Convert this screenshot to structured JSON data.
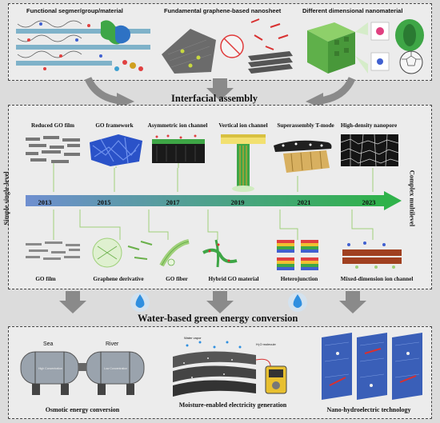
{
  "top": {
    "items": [
      {
        "label": "Functional segmer/group/material"
      },
      {
        "label": "Fundamental graphene-based nanosheet"
      },
      {
        "label": "Different dimensional nanomaterial"
      }
    ]
  },
  "middle": {
    "title": "Interfacial assembly",
    "left_label": "Simple single-level",
    "right_label": "Complex multilevel",
    "upper_items": [
      {
        "label": "Reduced GO film"
      },
      {
        "label": "GO framework"
      },
      {
        "label": "Asymmetric ion channel"
      },
      {
        "label": "Vertical ion channel"
      },
      {
        "label": "Superassembly T-mode"
      },
      {
        "label": "High-density nanopore"
      }
    ],
    "years": [
      "2013",
      "2015",
      "2017",
      "2019",
      "2021",
      "2023"
    ],
    "lower_items": [
      {
        "label": "GO film"
      },
      {
        "label": "Graphene derivative"
      },
      {
        "label": "GO fiber"
      },
      {
        "label": "Hybrid GO material"
      },
      {
        "label": "Heterojunction"
      },
      {
        "label": "Mixed-dimension ion channel"
      }
    ]
  },
  "bottom": {
    "title": "Water-based green energy conversion",
    "tank_labels": {
      "sea": "Sea",
      "river": "River",
      "high": "High Concentration",
      "low": "Low Concentration"
    },
    "moisture_labels": {
      "vapor": "Water vapor",
      "molecule": "H₂O molecule"
    },
    "items": [
      {
        "label": "Osmotic energy conversion"
      },
      {
        "label": "Moisture-enabled electricity generation"
      },
      {
        "label": "Nano-hydroelectric technology"
      }
    ]
  },
  "colors": {
    "timeline_start": "#6f8fd0",
    "timeline_end": "#2fb24a",
    "flow_arrow": "#8a8a8a",
    "drop": "#2f8fe0",
    "connector": "#9fd07a"
  }
}
